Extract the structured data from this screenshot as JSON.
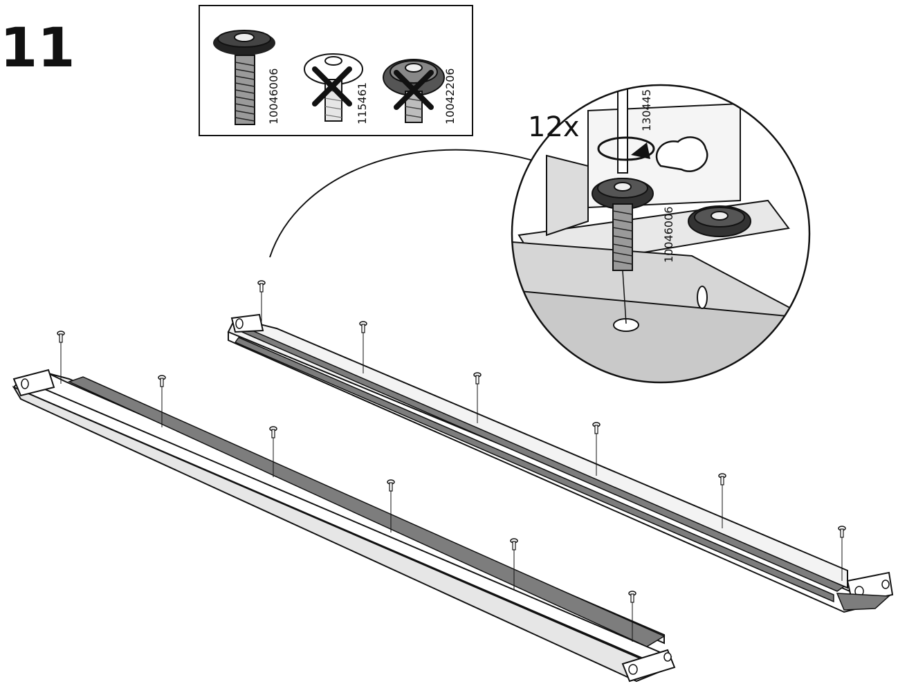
{
  "step": {
    "number": "11"
  },
  "parts_box": {
    "items": [
      {
        "code": "10046006",
        "status": "correct"
      },
      {
        "code": "115461",
        "status": "incorrect"
      },
      {
        "code": "10042206",
        "status": "incorrect"
      }
    ]
  },
  "detail": {
    "quantity": "12x",
    "tool_code": "130445",
    "screw_code": "10046006"
  },
  "colors": {
    "ink": "#111111",
    "bar_gray": "#7d7d7d",
    "metal_light": "#f3f3f3",
    "detail_gray": "#bdbdbd"
  }
}
